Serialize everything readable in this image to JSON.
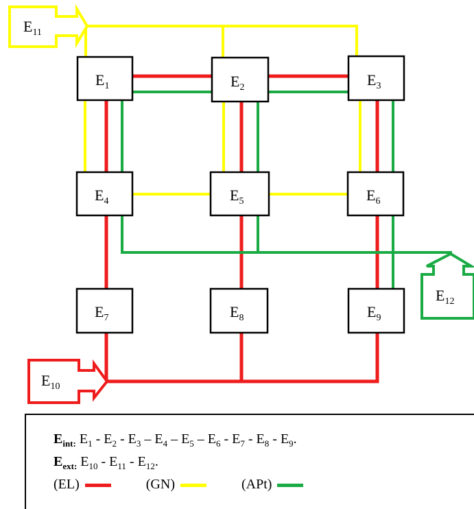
{
  "colors": {
    "el": "#ee1c1c",
    "gn": "#ffff00",
    "apt": "#1aab45"
  },
  "nodes": [
    {
      "id": "E1",
      "main": "E",
      "sub": "1"
    },
    {
      "id": "E2",
      "main": "E",
      "sub": "2"
    },
    {
      "id": "E3",
      "main": "E",
      "sub": "3"
    },
    {
      "id": "E4",
      "main": "E",
      "sub": "4"
    },
    {
      "id": "E5",
      "main": "E",
      "sub": "5"
    },
    {
      "id": "E6",
      "main": "E",
      "sub": "6"
    },
    {
      "id": "E7",
      "main": "E",
      "sub": "7"
    },
    {
      "id": "E8",
      "main": "E",
      "sub": "8"
    },
    {
      "id": "E9",
      "main": "E",
      "sub": "9"
    },
    {
      "id": "E10",
      "main": "E",
      "sub": "10"
    },
    {
      "id": "E11",
      "main": "E",
      "sub": "11"
    },
    {
      "id": "E12",
      "main": "E",
      "sub": "12"
    }
  ],
  "legend": {
    "int_key": "E",
    "int_key_sub": "int:",
    "int_text": "E1 - E2 - E3 – E4 – E5 – E6 - E7 - E8 - E9.",
    "ext_key": "E",
    "ext_key_sub": "ext:",
    "ext_text": "E10 - E11 - E12.",
    "el_label": "(EL)",
    "gn_label": "(GN)",
    "apt_label": "(APt)"
  }
}
